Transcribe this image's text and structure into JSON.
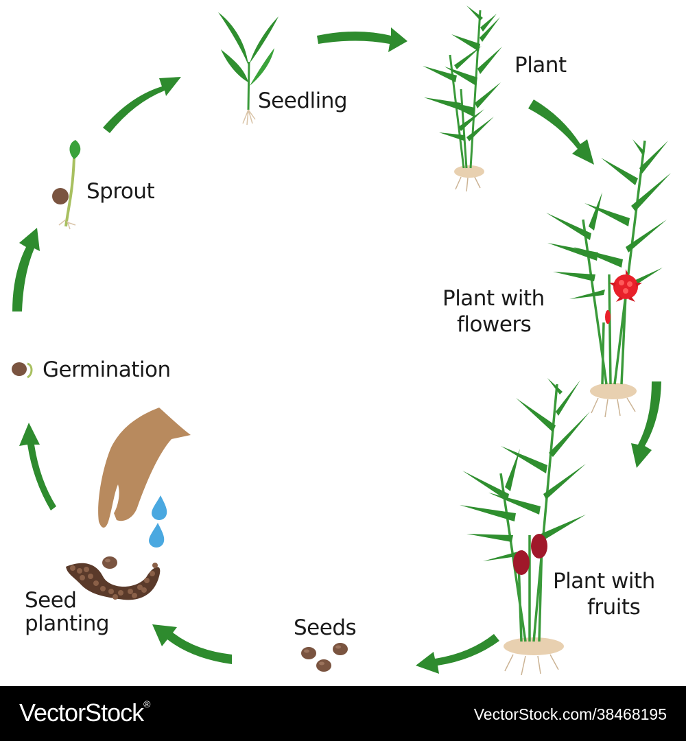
{
  "diagram": {
    "stages": [
      {
        "id": "seedling",
        "label": "Seedling"
      },
      {
        "id": "plant",
        "label": "Plant"
      },
      {
        "id": "plant-with-flowers",
        "label": "Plant with flowers"
      },
      {
        "id": "plant-with-fruits",
        "label": "Plant with fruits"
      },
      {
        "id": "seeds",
        "label": "Seeds"
      },
      {
        "id": "seed-planting",
        "label": "Seed planting"
      },
      {
        "id": "germination",
        "label": "Germination"
      },
      {
        "id": "sprout",
        "label": "Sprout"
      }
    ],
    "labels": {
      "seedling": "Seedling",
      "plant": "Plant",
      "flowers_line1": "Plant with",
      "flowers_line2": "flowers",
      "fruits_line1": "Plant with",
      "fruits_line2": "fruits",
      "seeds": "Seeds",
      "planting_line1": "Seed",
      "planting_line2": "planting",
      "germination": "Germination",
      "sprout": "Sprout"
    },
    "arrow_color": "#2e8b2e",
    "leaf_color": "#2f8f2f",
    "flower_color": "#e8202a",
    "fruit_color": "#a0182a",
    "seed_color": "#7a5440",
    "water_color": "#4aa8e0"
  },
  "footer": {
    "brand": "VectorStock",
    "registered_mark": "®",
    "image_id": "VectorStock.com/38468195"
  }
}
